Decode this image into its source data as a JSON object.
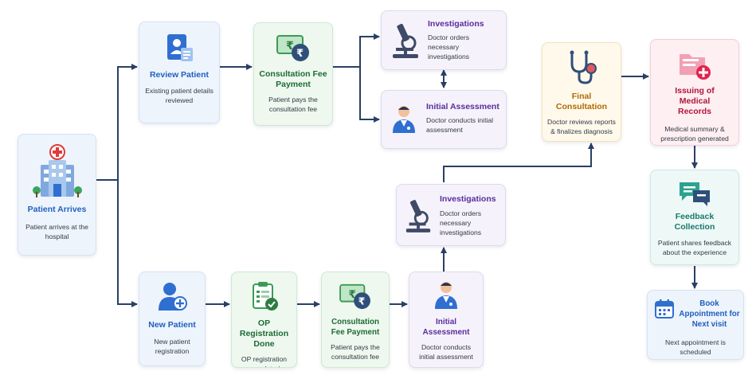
{
  "nodes": {
    "patient_arrives": {
      "title": "Patient Arrives",
      "desc": "Patient arrives at the hospital"
    },
    "review_patient": {
      "title": "Review Patient",
      "desc": "Existing patient details reviewed"
    },
    "consultation_fee_top": {
      "title": "Consultation Fee Payment",
      "desc": "Patient pays the consultation fee"
    },
    "investigations_top": {
      "title": "Investigations",
      "desc": "Doctor orders necessary investigations"
    },
    "initial_assessment_top": {
      "title": "Initial Assessment",
      "desc": "Doctor conducts initial assessment"
    },
    "final_consultation": {
      "title": "Final Consultation",
      "desc": "Doctor reviews reports & finalizes diagnosis"
    },
    "issuing_records": {
      "title": "Issuing of Medical Records",
      "desc": "Medical summary & prescription generated"
    },
    "feedback": {
      "title": "Feedback Collection",
      "desc": "Patient shares feedback about the experience"
    },
    "book_appointment": {
      "title": "Book Appointment for Next visit",
      "desc": "Next appointment is scheduled"
    },
    "investigations_mid": {
      "title": "Investigations",
      "desc": "Doctor orders necessary investigations"
    },
    "new_patient": {
      "title": "New Patient",
      "desc": "New patient registration"
    },
    "op_registration": {
      "title": "OP Registration Done",
      "desc": "OP registration completed"
    },
    "consultation_fee_bottom": {
      "title": "Consultation Fee Payment",
      "desc": "Patient pays the consultation fee"
    },
    "initial_assessment_bottom": {
      "title": "Initial Assessment",
      "desc": "Doctor conducts initial assessment"
    }
  },
  "icons": {
    "hospital": "hospital-icon",
    "profile": "profile-card-icon",
    "payment": "rupee-payment-icon",
    "microscope": "microscope-icon",
    "doctor": "doctor-icon",
    "stethoscope": "stethoscope-icon",
    "records": "medical-records-folder-icon",
    "feedback": "chat-bubbles-icon",
    "calendar": "calendar-icon",
    "add_user": "add-user-icon",
    "clipboard": "clipboard-check-icon"
  },
  "colors": {
    "arrow": "#2a3f66",
    "blue": "#1f5fbf",
    "green": "#1d6b34",
    "purple": "#5a2e9c",
    "yellow": "#b06a00",
    "pink": "#b3163a",
    "teal": "#177a6c"
  }
}
